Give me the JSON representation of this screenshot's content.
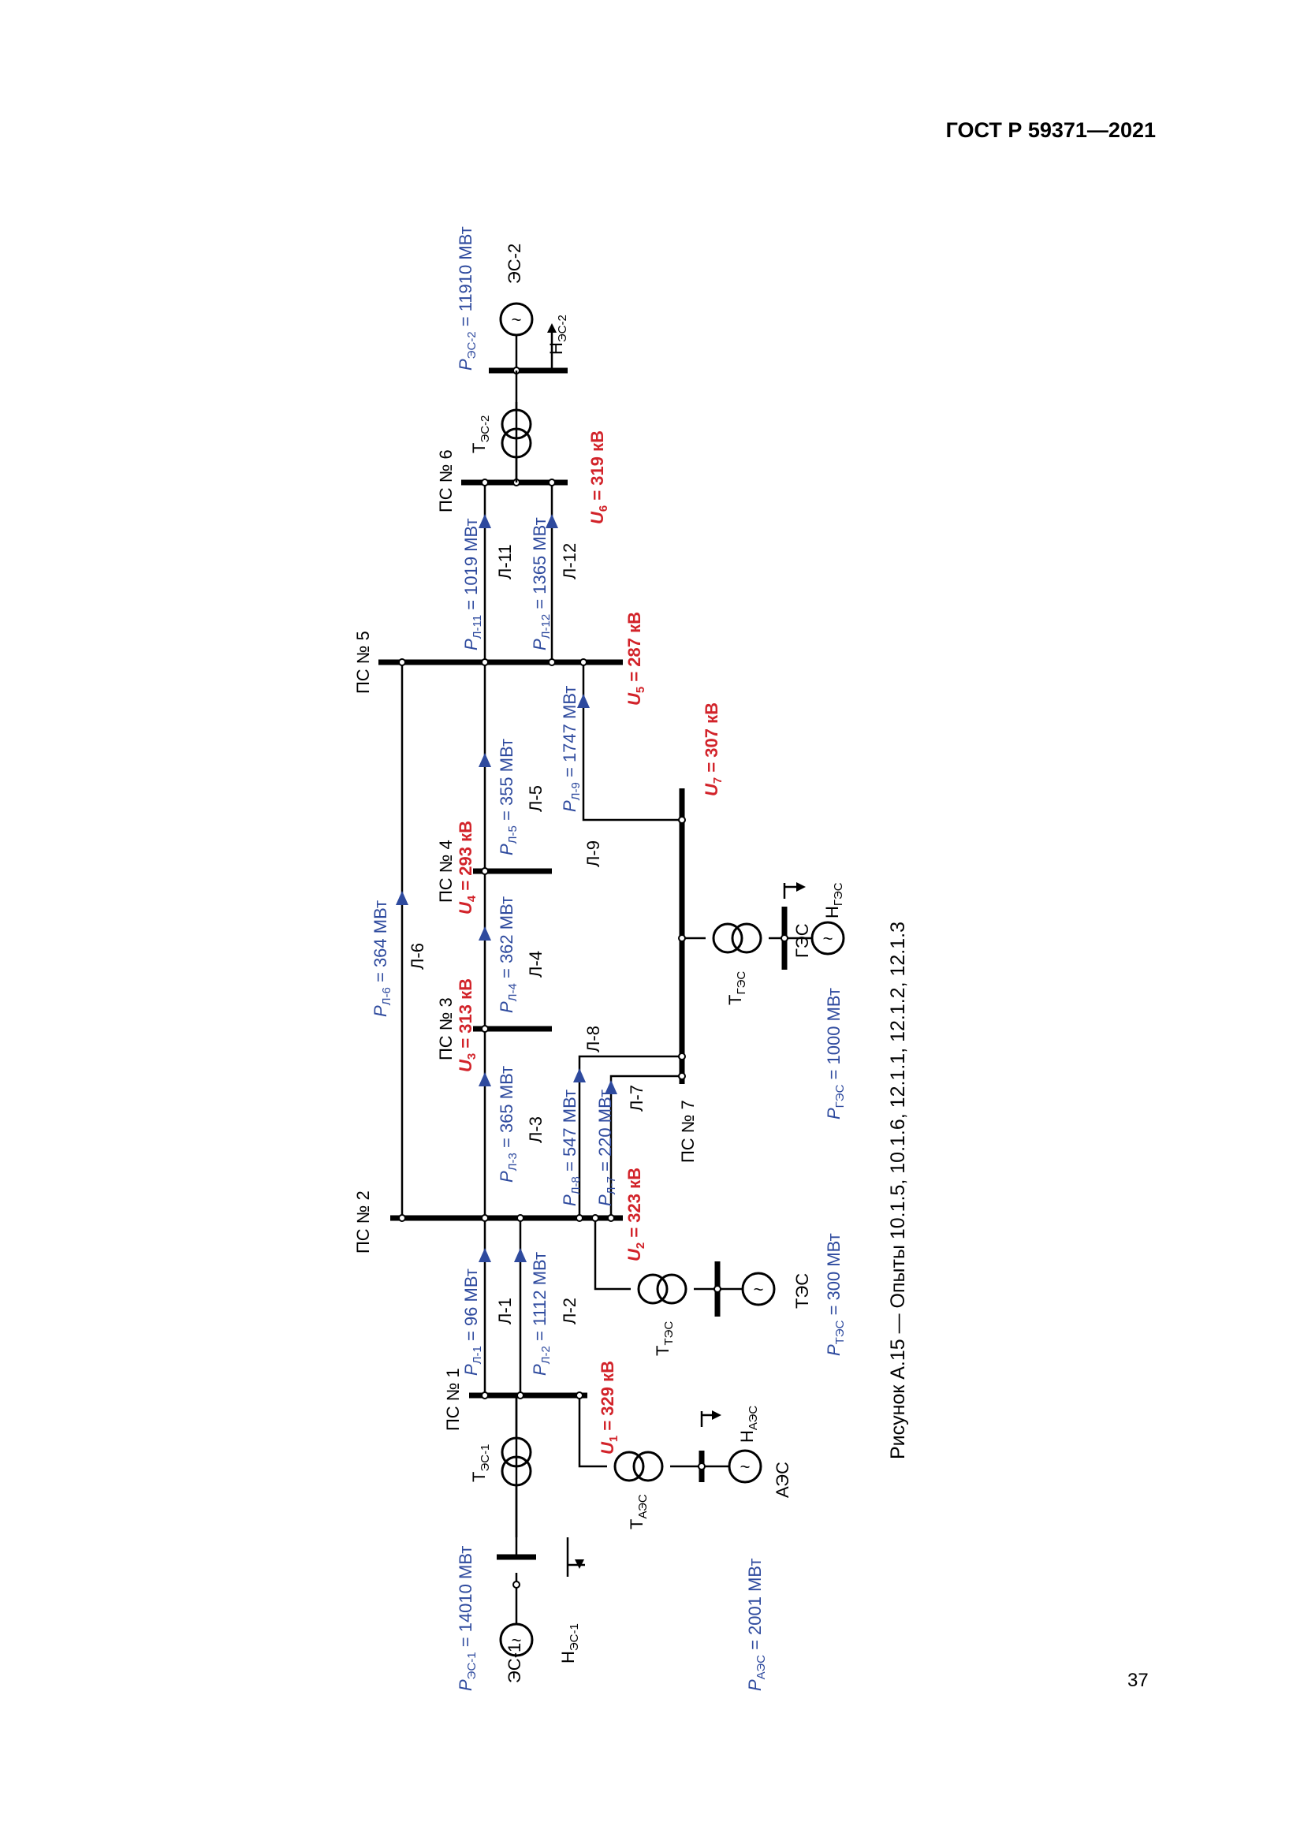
{
  "header": {
    "doc_id": "ГОСТ Р 59371—2021"
  },
  "page_number": "37",
  "caption": "Рисунок А.15 — Опыты 10.1.5, 10.1.6, 12.1.1, 12.1.2, 12.1.3",
  "substations": {
    "ps1": "ПС № 1",
    "ps2": "ПС № 2",
    "ps3": "ПС № 3",
    "ps4": "ПС № 4",
    "ps5": "ПС № 5",
    "ps6": "ПС № 6",
    "ps7": "ПС № 7"
  },
  "lines": {
    "l1": "Л-1",
    "l2": "Л-2",
    "l3": "Л-3",
    "l4": "Л-4",
    "l5": "Л-5",
    "l6": "Л-6",
    "l7": "Л-7",
    "l8": "Л-8",
    "l9": "Л-9",
    "l11": "Л-11",
    "l12": "Л-12"
  },
  "stations": {
    "es1": "ЭС-1",
    "es2": "ЭС-2",
    "aes": "АЭС",
    "tes": "ТЭС",
    "ges": "ГЭС"
  },
  "transformers": {
    "t_es1": {
      "main": "Т",
      "sub": "ЭС-1"
    },
    "t_es2": {
      "main": "Т",
      "sub": "ЭС-2"
    },
    "t_aes": {
      "main": "Т",
      "sub": "АЭС"
    },
    "t_tes": {
      "main": "Т",
      "sub": "ТЭС"
    },
    "t_ges": {
      "main": "Т",
      "sub": "ГЭС"
    }
  },
  "loads": {
    "h_es1": {
      "main": "Н",
      "sub": "ЭС-1"
    },
    "h_es2": {
      "main": "Н",
      "sub": "ЭС-2"
    },
    "h_aes": {
      "main": "Н",
      "sub": "АЭС"
    },
    "h_ges": {
      "main": "Н",
      "sub": "ГЭС"
    }
  },
  "powers": {
    "p_es1": {
      "sym": "P",
      "sub": "ЭС-1",
      "val": " = 14010 МВт"
    },
    "p_es2": {
      "sym": "P",
      "sub": "ЭС-2",
      "val": " = 11910 МВт"
    },
    "p_aes": {
      "sym": "P",
      "sub": "АЭС",
      "val": " = 2001 МВт"
    },
    "p_tes": {
      "sym": "P",
      "sub": "ТЭС",
      "val": " = 300 МВт"
    },
    "p_ges": {
      "sym": "P",
      "sub": "ГЭС",
      "val": " = 1000 МВт"
    },
    "p_l1": {
      "sym": "P",
      "sub": "Л-1",
      "val": " = 96 МВт"
    },
    "p_l2": {
      "sym": "P",
      "sub": "Л-2",
      "val": " = 1112 МВт"
    },
    "p_l3": {
      "sym": "P",
      "sub": "Л-3",
      "val": " = 365 МВт"
    },
    "p_l4": {
      "sym": "P",
      "sub": "Л-4",
      "val": " = 362 МВт"
    },
    "p_l5": {
      "sym": "P",
      "sub": "Л-5",
      "val": " = 355 МВт"
    },
    "p_l6": {
      "sym": "P",
      "sub": "Л-6",
      "val": " = 364 МВт"
    },
    "p_l7": {
      "sym": "P",
      "sub": "Л-7",
      "val": " = 220 МВт"
    },
    "p_l8": {
      "sym": "P",
      "sub": "Л-8",
      "val": " = 547 МВт"
    },
    "p_l9": {
      "sym": "P",
      "sub": "Л-9",
      "val": " = 1747 МВт"
    },
    "p_l11": {
      "sym": "P",
      "sub": "Л-11",
      "val": " = 1019 МВт"
    },
    "p_l12": {
      "sym": "P",
      "sub": "Л-12",
      "val": " = 1365 МВт"
    }
  },
  "voltages": {
    "u1": {
      "sym": "U",
      "sub": "1",
      "val": " = 329 кВ"
    },
    "u2": {
      "sym": "U",
      "sub": "2",
      "val": " = 323 кВ"
    },
    "u3": {
      "sym": "U",
      "sub": "3",
      "val": " = 313 кВ"
    },
    "u4": {
      "sym": "U",
      "sub": "4",
      "val": " = 293 кВ"
    },
    "u5": {
      "sym": "U",
      "sub": "5",
      "val": " = 287 кВ"
    },
    "u6": {
      "sym": "U",
      "sub": "6",
      "val": " = 319 кВ"
    },
    "u7": {
      "sym": "U",
      "sub": "7",
      "val": " = 307 кВ"
    }
  },
  "generator_symbol": "~",
  "colors": {
    "power": "#2e4a9e",
    "voltage": "#d2232a",
    "line": "#000000"
  }
}
